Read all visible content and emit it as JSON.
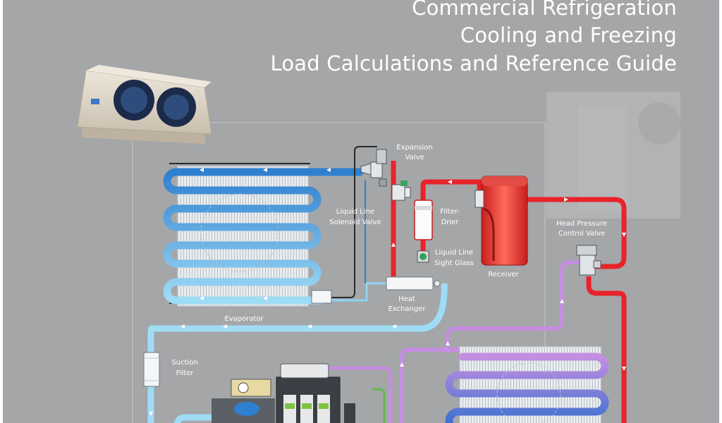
{
  "header": {
    "title_line_1": "Commercial Refrigeration",
    "title_line_2": "Cooling and Freezing",
    "title_line_3": "Load Calculations and Reference Guide"
  },
  "labels": {
    "expansion_valve_1": "Expansion",
    "expansion_valve_2": "Valve",
    "liquid_line_solenoid_1": "Liquid Line",
    "liquid_line_solenoid_2": "Solenoid Valve",
    "filter_drier_1": "Filter-",
    "filter_drier_2": "Drier",
    "sight_glass_1": "Liquid Line",
    "sight_glass_2": "Sight Glass",
    "receiver": "Receiver",
    "head_pressure_1": "Head Pressure",
    "head_pressure_2": "Control Valve",
    "heat_exchanger_1": "Heat",
    "heat_exchanger_2": "Exchanger",
    "evaporator": "Evaporator",
    "suction_filter_1": "Suction",
    "suction_filter_2": "Filter"
  },
  "colors": {
    "background": "#a4a6a8",
    "liquid_line": "#e8232a",
    "suction_line": "#8fd3f2",
    "evaporator_inlet": "#2f7fd0",
    "discharge_line": "#c58ee0",
    "condenser_outlet": "#2f6fd0"
  }
}
